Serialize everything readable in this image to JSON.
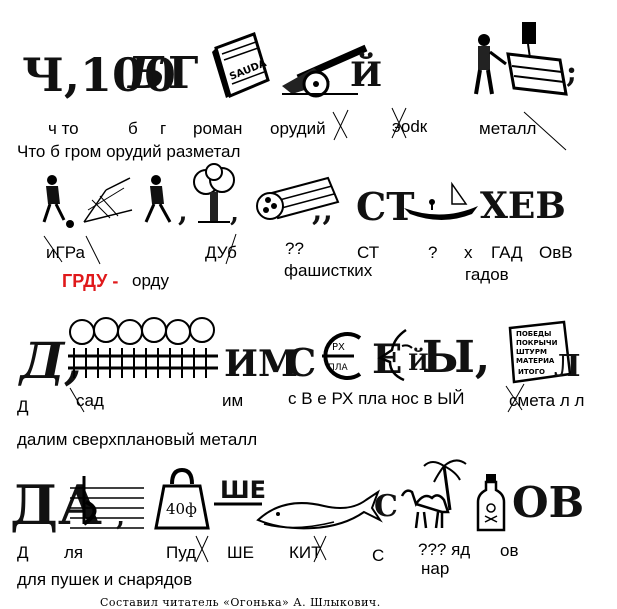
{
  "rows": [
    {
      "rebus_text": [
        "Ч,100",
        "Б",
        "Г",
        "Й",
        ";"
      ],
      "book_label": "SAUDA",
      "labels": [
        "ч то",
        "б",
        "г",
        "роман",
        "орудий",
        "эоdк",
        "металл"
      ],
      "answer": "Что б гром орудий разметал"
    },
    {
      "rebus_text": [
        "СТ",
        "ХЕВ"
      ],
      "labels": [
        "иГРа",
        "ДУб",
        "??",
        "СТ",
        "?",
        "х",
        "ГАД",
        "ОвВ",
        "фашистких",
        "гадов"
      ],
      "answer_red": "ГРДУ -",
      "answer": "орду"
    },
    {
      "rebus_text": [
        "Д,",
        "ИМ",
        "С",
        "Е",
        "Й",
        "Ы,",
        "Л"
      ],
      "plate_text": [
        "РХ",
        "ПЛА"
      ],
      "poster_text": [
        "ПОБЕДЫ",
        "ПОКРЫЧИ",
        "ШТУРМ",
        "МАТЕРИА",
        "ИТОГО"
      ],
      "labels": [
        "Д",
        "сад",
        "им",
        "с В е РХ пла нос в ЫЙ",
        "смета л л"
      ],
      "answer": "далим сверхплановый металл"
    },
    {
      "rebus_text": [
        "ДА",
        "ШЕ",
        "С",
        "ОВ"
      ],
      "weight_text": "40ф",
      "labels": [
        "Д",
        "ля",
        "Пуд",
        "ШЕ",
        "КИТ",
        "С",
        "??? яд",
        "ов",
        "нар"
      ],
      "answer": "для пушек и снарядов"
    }
  ],
  "credit": "Составил читатель «Огонька» А. Шлыкович."
}
